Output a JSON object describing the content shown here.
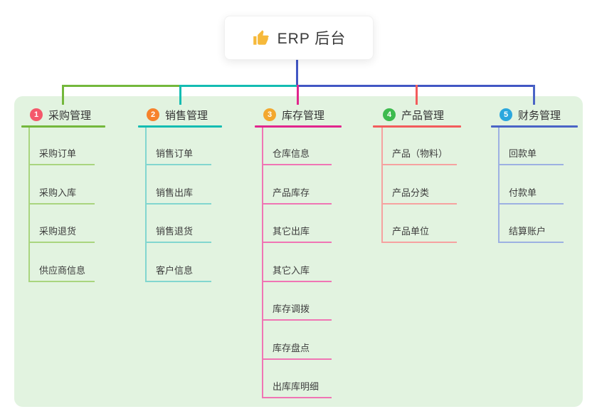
{
  "root": {
    "label": "ERP 后台",
    "icon": "thumbs-up-icon"
  },
  "colors": {
    "page_background": "#ffffff",
    "panel_background": "#e2f3e0",
    "root_connector": "#4257c4",
    "thumb_icon": "#f6b93b",
    "text": "#3a3a3a"
  },
  "branches": [
    {
      "number": "1",
      "label": "采购管理",
      "badge_color": "#f4586b",
      "line_color": "#74b83c",
      "child_line_color": "#a9d57f",
      "children": [
        "采购订单",
        "采购入库",
        "采购退货",
        "供应商信息"
      ]
    },
    {
      "number": "2",
      "label": "销售管理",
      "badge_color": "#f6822c",
      "line_color": "#14bcb2",
      "child_line_color": "#82d6cf",
      "children": [
        "销售订单",
        "销售出库",
        "销售退货",
        "客户信息"
      ]
    },
    {
      "number": "3",
      "label": "库存管理",
      "badge_color": "#f3a72e",
      "line_color": "#e1268d",
      "child_line_color": "#f075b4",
      "children": [
        "仓库信息",
        "产品库存",
        "其它出库",
        "其它入库",
        "库存调拨",
        "库存盘点",
        "出库库明细"
      ]
    },
    {
      "number": "4",
      "label": "产品管理",
      "badge_color": "#3dbb4e",
      "line_color": "#f25c5c",
      "child_line_color": "#f6a2a0",
      "children": [
        "产品（物料）",
        "产品分类",
        "产品单位"
      ]
    },
    {
      "number": "5",
      "label": "财务管理",
      "badge_color": "#2ba7dd",
      "line_color": "#4a64c6",
      "child_line_color": "#9db1e2",
      "children": [
        "回款单",
        "付款单",
        "结算账户"
      ]
    }
  ]
}
